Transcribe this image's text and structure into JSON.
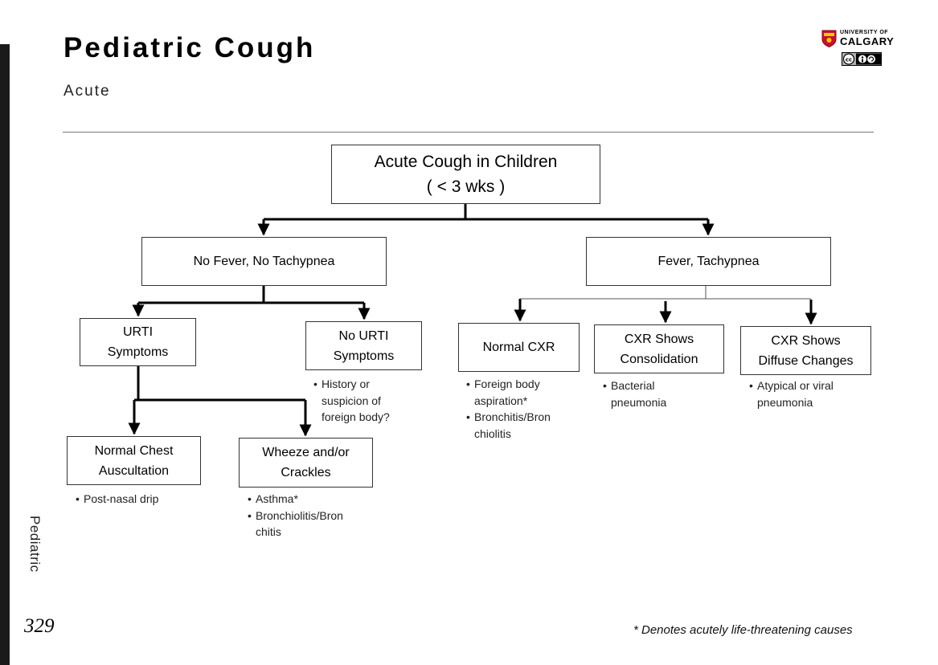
{
  "header": {
    "title": "Pediatric Cough",
    "subtitle": "Acute"
  },
  "logo": {
    "line1": "UNIVERSITY OF",
    "line2": "CALGARY",
    "license_icon": "cc-by-nc-sa-icon",
    "crest_icon": "university-crest-icon"
  },
  "flowchart": {
    "root": "Acute Cough in Children\n( < 3 wks )",
    "no_fever": "No Fever, No Tachypnea",
    "fever": "Fever, Tachypnea",
    "urti": "URTI\nSymptoms",
    "no_urti": "No URTI\nSymptoms",
    "no_urti_notes": [
      "History or\nsuspicion of\nforeign body?"
    ],
    "normal_chest": "Normal Chest\nAuscultation",
    "normal_chest_notes": [
      "Post-nasal drip"
    ],
    "wheeze": "Wheeze and/or\nCrackles",
    "wheeze_notes": [
      "Asthma*",
      "Bronchiolitis/Bron\nchitis"
    ],
    "normal_cxr": "Normal CXR",
    "normal_cxr_notes": [
      "Foreign body\naspiration*",
      "Bronchitis/Bron\nchiolitis"
    ],
    "consolidation": "CXR Shows\nConsolidation",
    "consolidation_notes": [
      "Bacterial\npneumonia"
    ],
    "diffuse": "CXR Shows\nDiffuse Changes",
    "diffuse_notes": [
      "Atypical or viral\npneumonia"
    ]
  },
  "sidebar_label": "Pediatric",
  "page_number": "329",
  "footnote": "* Denotes acutely life-threatening causes",
  "colors": {
    "line": "#000000",
    "box_border": "#333333",
    "side_bar": "#1a1a1a"
  }
}
